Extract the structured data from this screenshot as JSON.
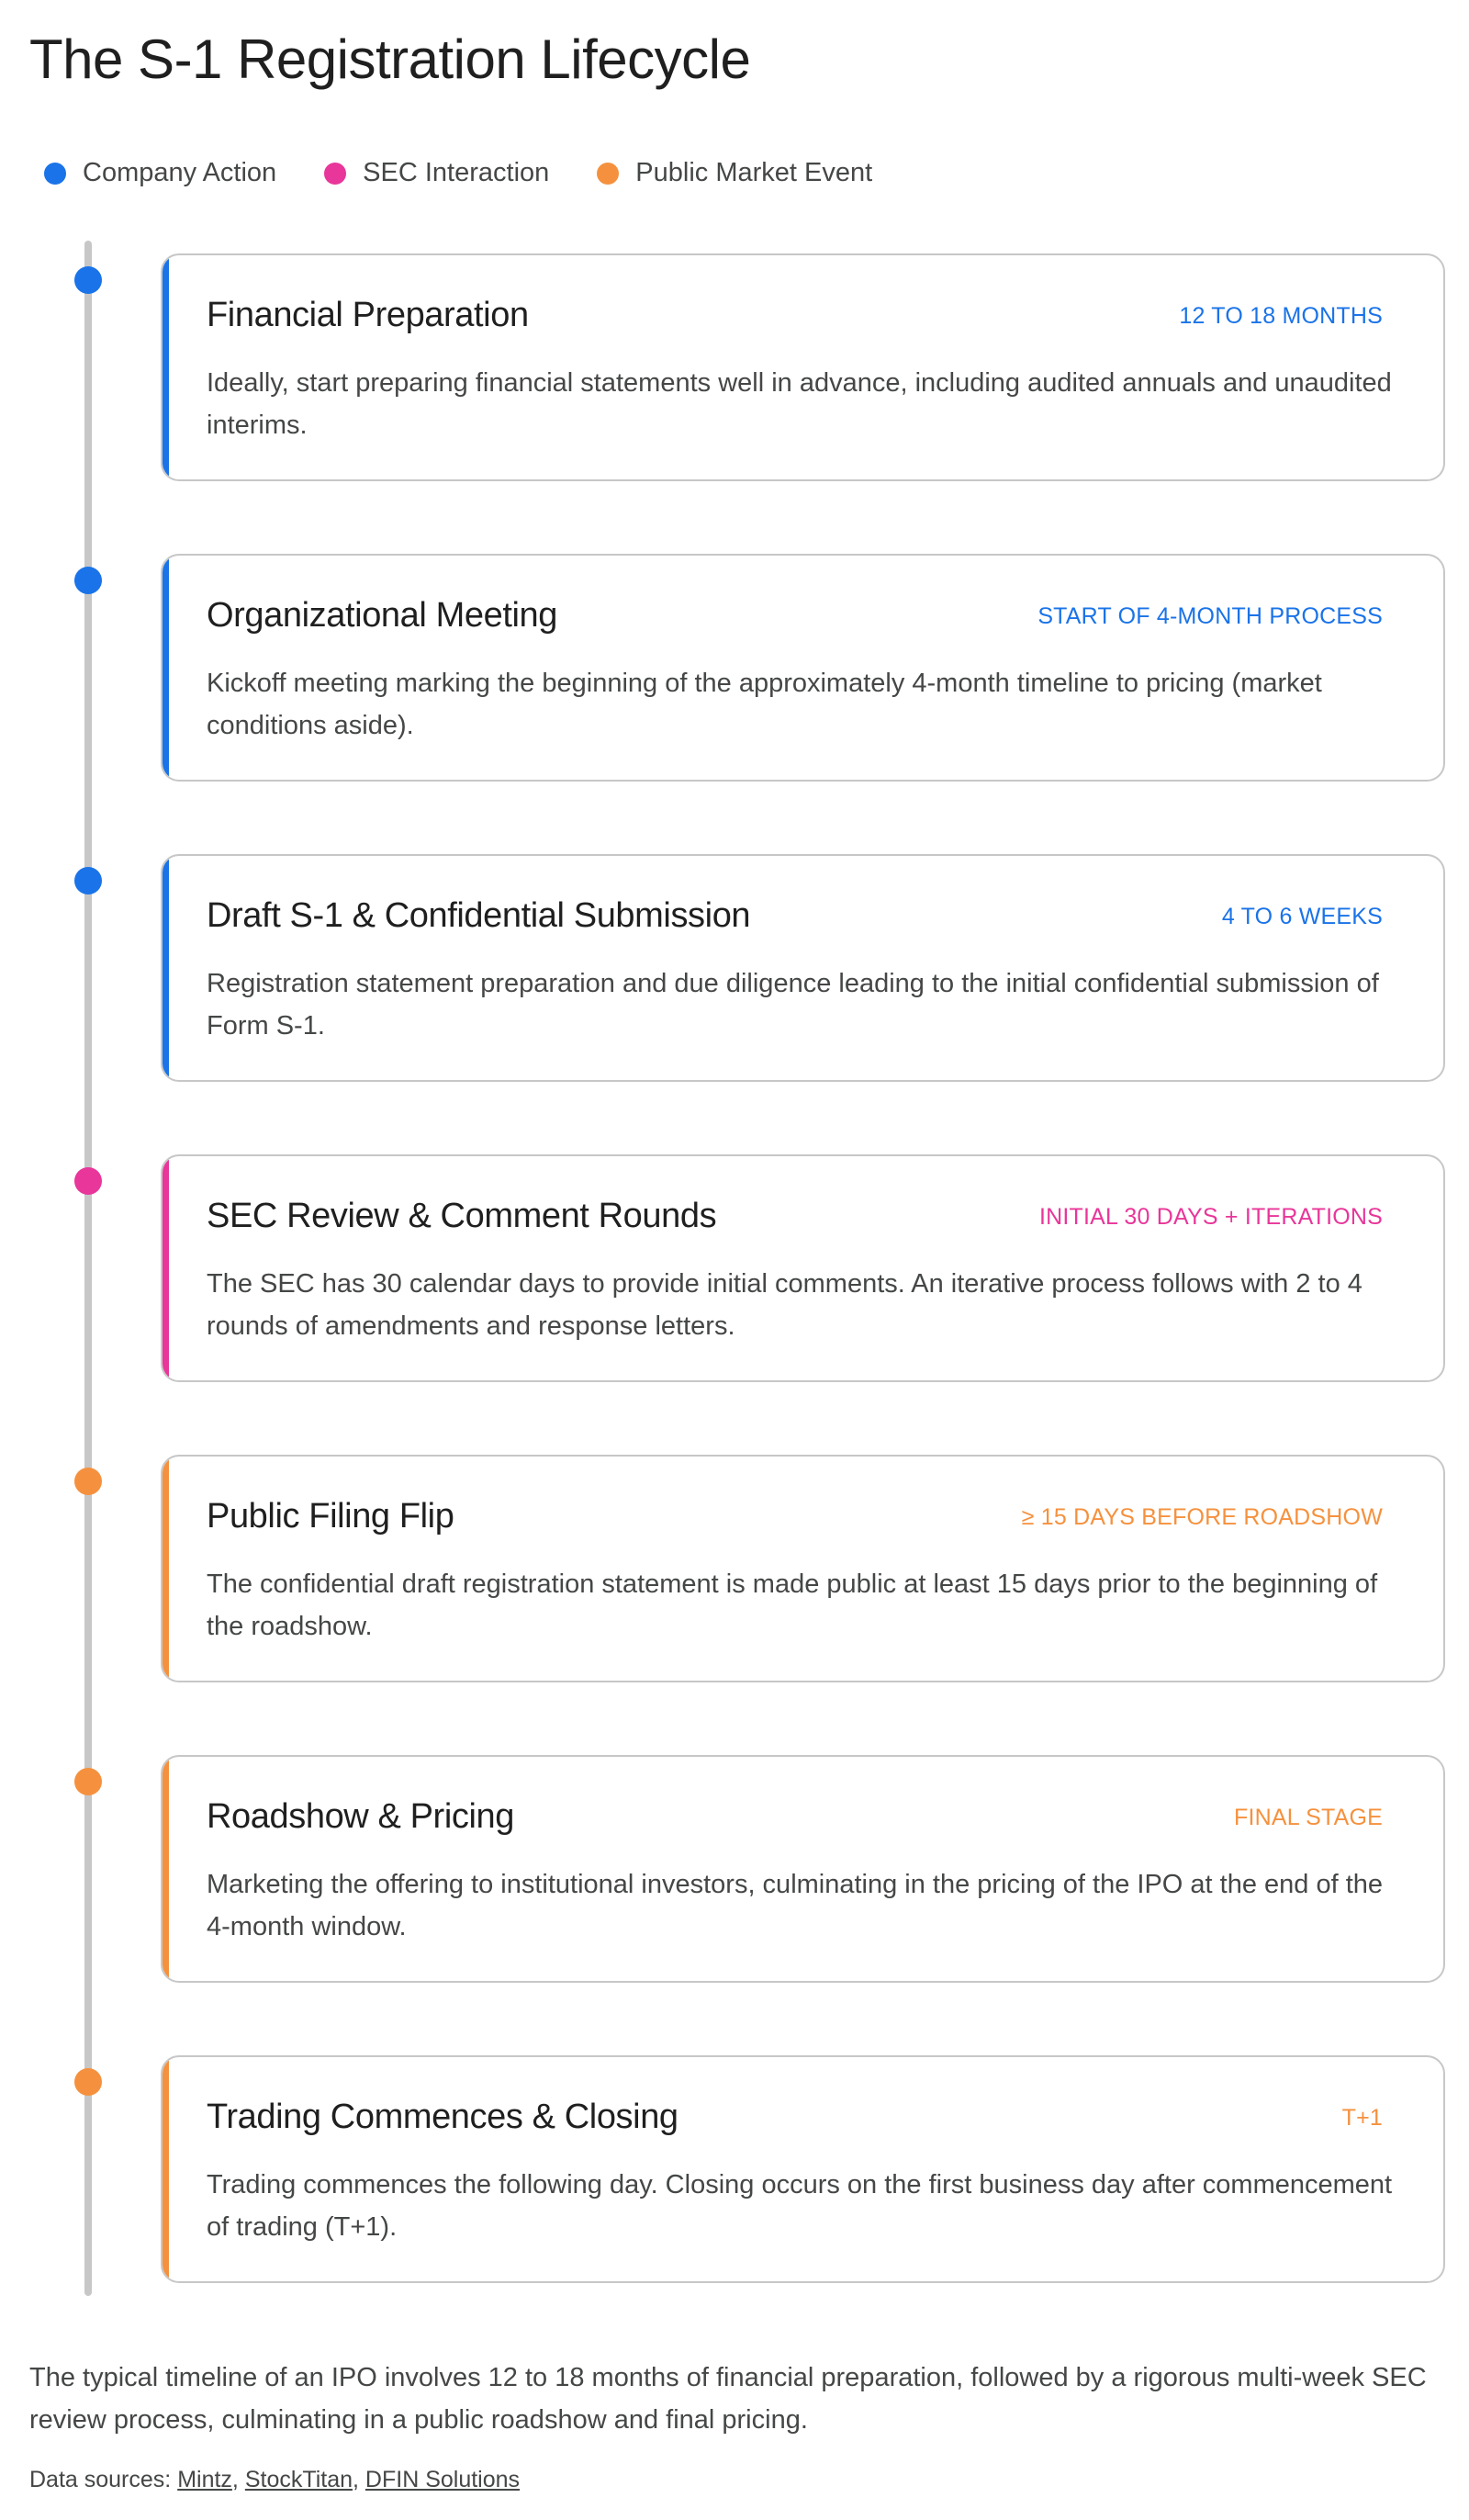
{
  "title": "The S-1 Registration Lifecycle",
  "legend": [
    {
      "label": "Company Action",
      "color": "#1a73e8"
    },
    {
      "label": "SEC Interaction",
      "color": "#e8369a"
    },
    {
      "label": "Public Market Event",
      "color": "#f5913e"
    }
  ],
  "colors": {
    "company": "#1a73e8",
    "sec": "#e8369a",
    "market": "#f5913e",
    "rail": "#c7c7c7"
  },
  "steps": [
    {
      "title": "Financial Preparation",
      "tag": "12 TO 18 MONTHS",
      "description": "Ideally, start preparing financial statements well in advance, including audited annuals and unaudited interims.",
      "category": "company"
    },
    {
      "title": "Organizational Meeting",
      "tag": "START OF 4-MONTH PROCESS",
      "description": "Kickoff meeting marking the beginning of the approximately 4-month timeline to pricing (market conditions aside).",
      "category": "company"
    },
    {
      "title": "Draft S-1 & Confidential Submission",
      "tag": "4 TO 6 WEEKS",
      "description": "Registration statement preparation and due diligence leading to the initial confidential submission of Form S-1.",
      "category": "company"
    },
    {
      "title": "SEC Review & Comment Rounds",
      "tag": "INITIAL 30 DAYS + ITERATIONS",
      "description": "The SEC has 30 calendar days to provide initial comments. An iterative process follows with 2 to 4 rounds of amendments and response letters.",
      "category": "sec"
    },
    {
      "title": "Public Filing Flip",
      "tag": "≥ 15 DAYS BEFORE ROADSHOW",
      "description": "The confidential draft registration statement is made public at least 15 days prior to the beginning of the roadshow.",
      "category": "market"
    },
    {
      "title": "Roadshow & Pricing",
      "tag": "FINAL STAGE",
      "description": "Marketing the offering to institutional investors, culminating in the pricing of the IPO at the end of the 4-month window.",
      "category": "market"
    },
    {
      "title": "Trading Commences & Closing",
      "tag": "T+1",
      "description": "Trading commences the following day. Closing occurs on the first business day after commencement of trading (T+1).",
      "category": "market"
    }
  ],
  "summary": "The typical timeline of an IPO involves 12 to 18 months of financial preparation, followed by a rigorous multi-week SEC review process, culminating in a public roadshow and final pricing.",
  "sources": {
    "prefix": "Data sources: ",
    "links": [
      "Mintz",
      "StockTitan",
      "DFIN Solutions"
    ]
  }
}
